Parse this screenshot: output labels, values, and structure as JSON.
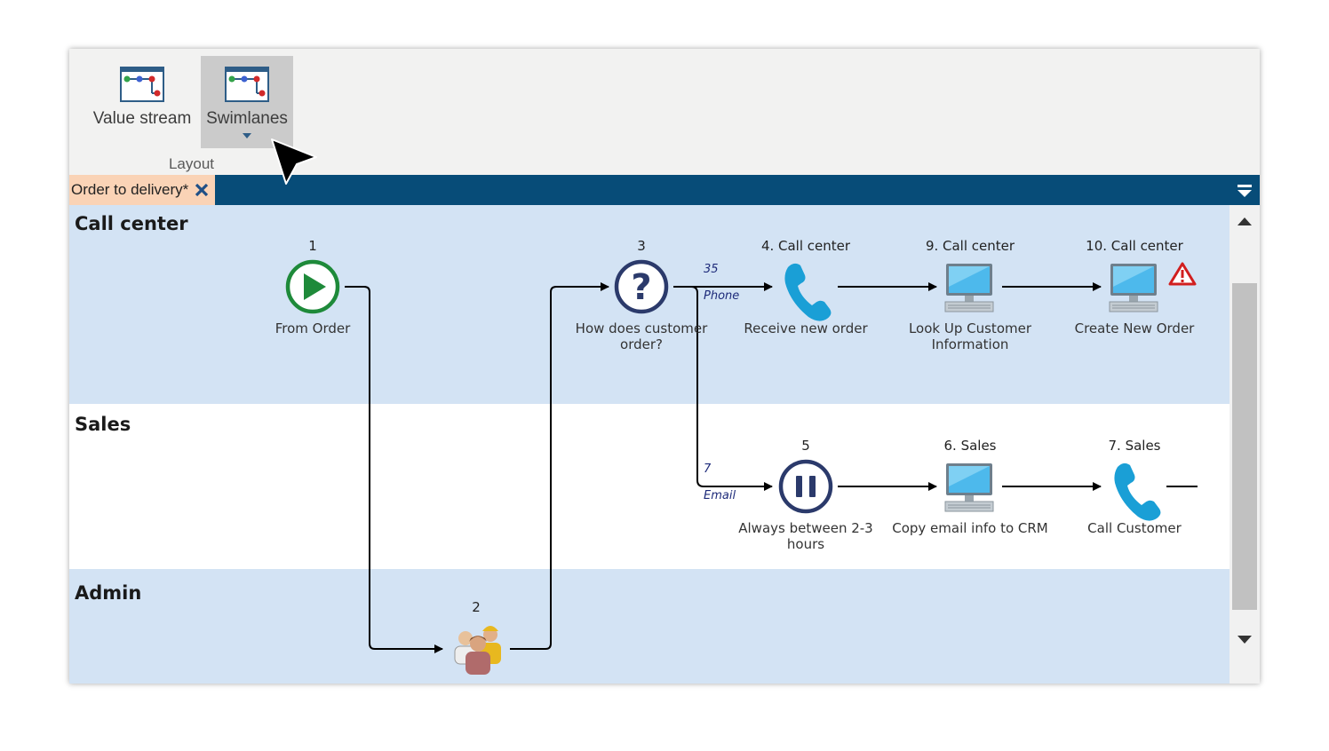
{
  "ribbon": {
    "buttons": [
      {
        "label": "Value stream"
      },
      {
        "label": "Swimlanes"
      }
    ],
    "group_label": "Layout"
  },
  "tab": {
    "title": "Order to delivery*"
  },
  "lanes": [
    {
      "title": "Call center"
    },
    {
      "title": "Sales"
    },
    {
      "title": "Admin"
    }
  ],
  "nodes": {
    "n1": {
      "num": "1",
      "label": "From Order",
      "icon": "play-icon"
    },
    "n2": {
      "num": "2",
      "label": "",
      "icon": "people-icon"
    },
    "n3": {
      "num": "3",
      "label": "How does customer order?",
      "icon": "question-icon"
    },
    "n4": {
      "num": "4. Call center",
      "label": "Receive new order",
      "icon": "phone-icon"
    },
    "n9": {
      "num": "9. Call center",
      "label": "Look Up Customer Information",
      "icon": "computer-icon"
    },
    "n10": {
      "num": "10. Call center",
      "label": "Create New Order",
      "icon": "computer-icon",
      "warning": "warning-icon"
    },
    "n5": {
      "num": "5",
      "label": "Always between 2-3 hours",
      "icon": "pause-icon"
    },
    "n6": {
      "num": "6. Sales",
      "label": "Copy email info to CRM",
      "icon": "computer-icon"
    },
    "n7": {
      "num": "7. Sales",
      "label": "Call Customer",
      "icon": "phone-icon"
    }
  },
  "edges": {
    "phone": {
      "count": "35",
      "label": "Phone"
    },
    "email": {
      "count": "7",
      "label": "Email"
    }
  },
  "colors": {
    "lane_blue": "#d3e3f4",
    "tab_bar": "#074c78",
    "active_tab": "#fad3b6",
    "play_green": "#1e8a3a",
    "navy": "#2b3a6b",
    "phone_blue": "#1a9fd6"
  }
}
